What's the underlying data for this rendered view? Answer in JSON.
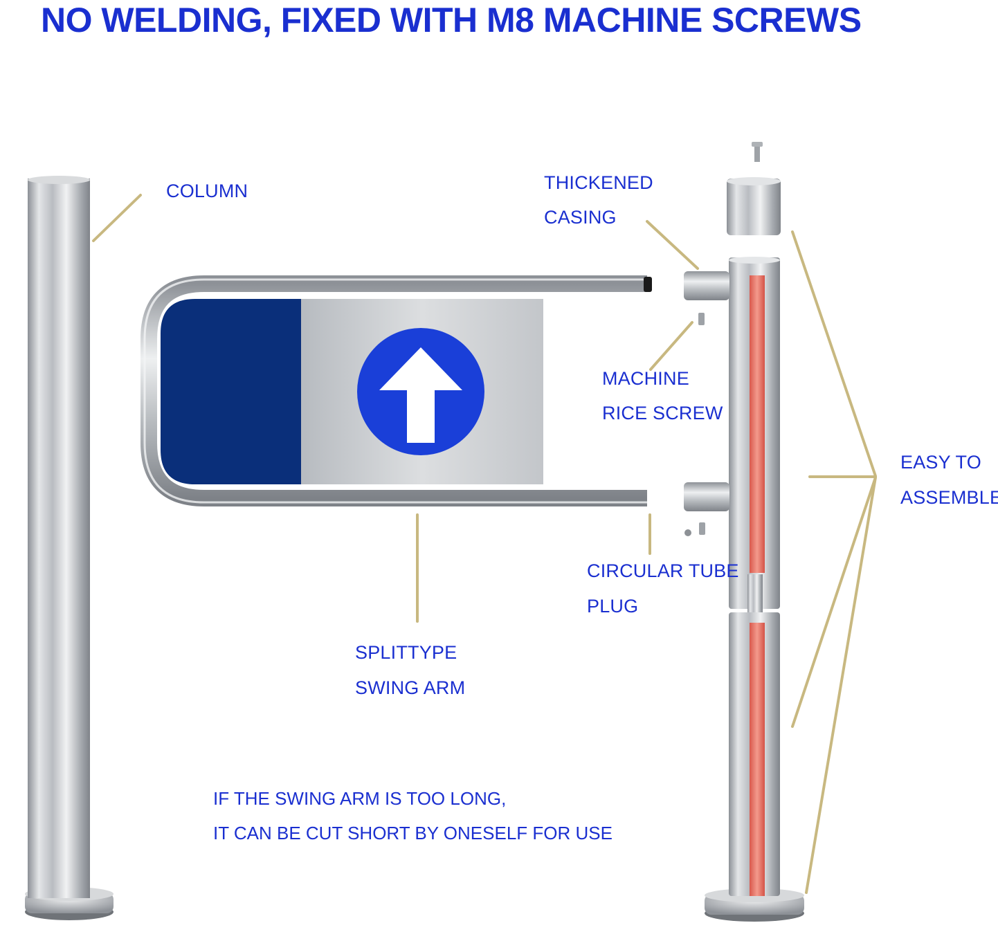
{
  "title": "NO WELDING, FIXED WITH M8 MACHINE SCREWS",
  "labels": {
    "column": "COLUMN",
    "thickened_casing": [
      "THICKENED",
      "CASING"
    ],
    "machine_rice_screw": [
      "MACHINE",
      "RICE SCREW"
    ],
    "easy_to_assemble": [
      "EASY TO",
      "ASSEMBLE"
    ],
    "circular_tube_plug": [
      "CIRCULAR TUBE",
      "PLUG"
    ],
    "splittype_swing_arm": [
      "SPLITTYPE",
      "SWING ARM"
    ]
  },
  "note": [
    "IF THE SWING ARM IS TOO LONG,",
    "IT CAN BE CUT SHORT BY ONESELF FOR USE"
  ],
  "colors": {
    "text": "#1a2fd0",
    "leader": "#c8b880",
    "steel": "#c9ccd0",
    "panel_blue": "#0a2f7a",
    "sign_blue": "#1a3fd8",
    "red_strip": "#e8786a"
  }
}
